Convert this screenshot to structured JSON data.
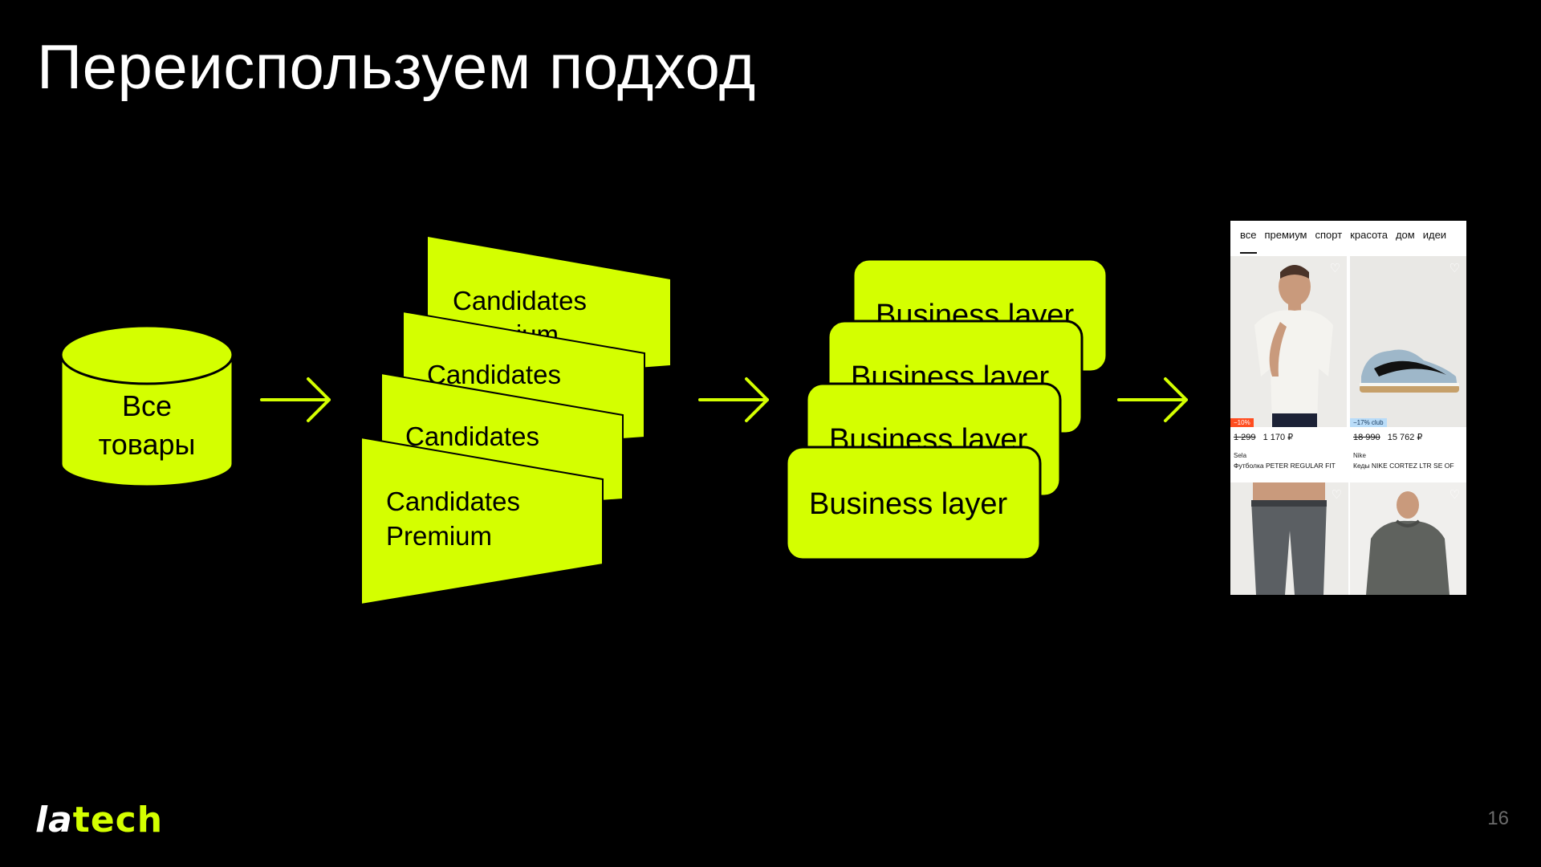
{
  "slide": {
    "title": "Переиспользуем подход",
    "page_number": "16"
  },
  "colors": {
    "background": "#000000",
    "accent": "#d4ff00",
    "text_dark": "#000000",
    "text_light": "#ffffff"
  },
  "diagram": {
    "source": {
      "shape": "cylinder",
      "label_lines": [
        "Все",
        "товары"
      ]
    },
    "candidates": [
      {
        "lines": [
          "Candidates",
          "Premium"
        ]
      },
      {
        "lines": [
          "Candidates"
        ]
      },
      {
        "lines": [
          "Candidates"
        ]
      },
      {
        "lines": [
          "Candidates",
          "Premium"
        ]
      }
    ],
    "business_layers": [
      {
        "label": "Business layer"
      },
      {
        "label": "Business layer"
      },
      {
        "label": "Business layer"
      },
      {
        "label": "Business layer"
      }
    ],
    "arrow_icon": "right-arrow-icon"
  },
  "feed": {
    "tabs": [
      "все",
      "премиум",
      "спорт",
      "красота",
      "дом",
      "идеи"
    ],
    "active_tab": 0,
    "products": [
      {
        "badge": "−10%",
        "price_old": "1 299",
        "price": "1 170 ₽",
        "brand": "Sela",
        "name": "Футболка PETER REGULAR FIT"
      },
      {
        "badge": "−17% club",
        "price_old": "18 990",
        "price": "15 762 ₽",
        "brand": "Nike",
        "name": "Кеды NIKE CORTEZ LTR SE OF"
      }
    ]
  },
  "logo": {
    "part1": "la",
    "part2": "tech"
  }
}
